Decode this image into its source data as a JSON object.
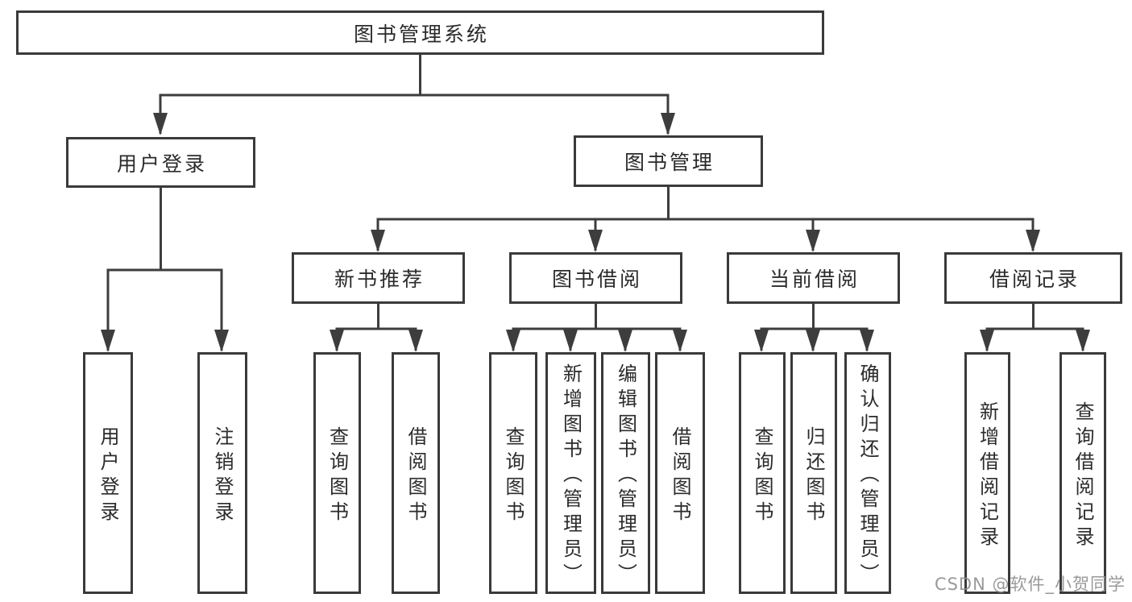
{
  "diagram": {
    "title": "图书管理系统",
    "type": "hierarchy-tree"
  },
  "nodes": {
    "root": {
      "label": "图书管理系统"
    },
    "user_login": {
      "label": "用户登录",
      "children": [
        {
          "label": "用户登录"
        },
        {
          "label": "注销登录"
        }
      ]
    },
    "book_management": {
      "label": "图书管理",
      "children": [
        {
          "label": "新书推荐",
          "children": [
            {
              "label": "查询图书"
            },
            {
              "label": "借阅图书"
            }
          ]
        },
        {
          "label": "图书借阅",
          "children": [
            {
              "label": "查询图书"
            },
            {
              "label": "新增图书（管理员）"
            },
            {
              "label": "编辑图书（管理员）"
            },
            {
              "label": "借阅图书"
            }
          ]
        },
        {
          "label": "当前借阅",
          "children": [
            {
              "label": "查询图书"
            },
            {
              "label": "归还图书"
            },
            {
              "label": "确认归还（管理员）"
            }
          ]
        },
        {
          "label": "借阅记录",
          "children": [
            {
              "label": "新增借阅记录"
            },
            {
              "label": "查询借阅记录"
            }
          ]
        }
      ]
    }
  },
  "watermark": {
    "text": "CSDN @软件_小贺同学"
  },
  "colors": {
    "line": "#3d3d3d",
    "box_border": "#3a3a3a",
    "text": "#2b2b2b",
    "watermark": "#8f8f8f",
    "background": "#ffffff"
  }
}
